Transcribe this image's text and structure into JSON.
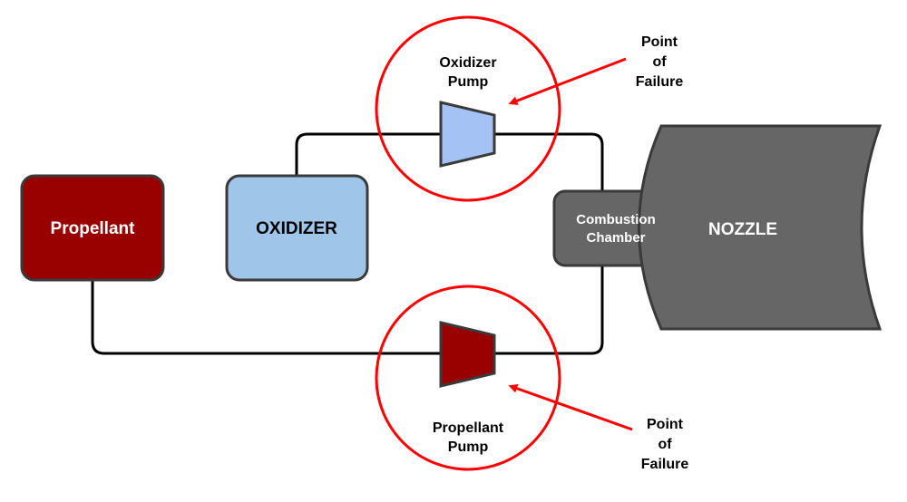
{
  "diagram": {
    "title": "Rocket engine feed system failure points",
    "nodes": {
      "propellant_tank": {
        "label": "Propellant",
        "fill": "#990000",
        "text_color": "#ffffff"
      },
      "oxidizer_tank": {
        "label": "OXIDIZER",
        "fill": "#9fc5e8",
        "text_color": "#000000"
      },
      "oxidizer_pump": {
        "label_line1": "Oxidizer",
        "label_line2": "Pump",
        "fill": "#a4c2f4"
      },
      "propellant_pump": {
        "label_line1": "Propellant",
        "label_line2": "Pump",
        "fill": "#990000"
      },
      "combustion_chamber": {
        "label_line1": "Combustion",
        "label_line2": "Chamber",
        "fill": "#666666",
        "text_color": "#ffffff"
      },
      "nozzle": {
        "label": "NOZZLE",
        "fill": "#666666",
        "text_color": "#ffffff"
      }
    },
    "annotations": [
      {
        "id": "top",
        "line1": "Point",
        "line2": "of",
        "line3": "Failure",
        "target": "oxidizer_pump"
      },
      {
        "id": "bottom",
        "line1": "Point",
        "line2": "of",
        "line3": "Failure",
        "target": "propellant_pump"
      }
    ],
    "colors": {
      "highlight": "#ff0000",
      "outline": "#3a3a3a",
      "pipe": "#000000"
    }
  }
}
